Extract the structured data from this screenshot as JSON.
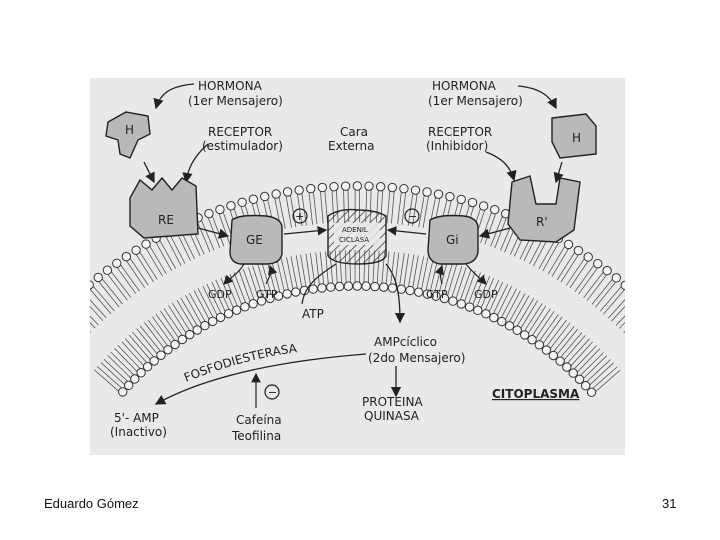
{
  "diagram": {
    "left": {
      "hormone_title": "HORMONA",
      "hormone_sub": "(1er Mensajero)",
      "hormone_glyph": "H",
      "receptor_title": "RECEPTOR",
      "receptor_sub": "(estimulador)",
      "receptor_glyph": "RE",
      "g_protein": "GE",
      "gdp": "GDP",
      "gtp": "GTP"
    },
    "right": {
      "hormone_title": "HORMONA",
      "hormone_sub": "(1er Mensajero)",
      "hormone_glyph": "H",
      "receptor_title": "RECEPTOR",
      "receptor_sub": "(Inhibidor)",
      "receptor_glyph": "R'",
      "g_protein": "Gi",
      "gdp": "GDP",
      "gtp": "GTP"
    },
    "center": {
      "face_title": "Cara",
      "face_sub": "Externa",
      "enzyme_line1": "ADENIL",
      "enzyme_line2": "CICLASA",
      "plus_sign": "+",
      "minus_sign": "−",
      "atp": "ATP",
      "camp_title": "AMPcíclico",
      "camp_sub": "(2do Mensajero)",
      "protein_kinase_line1": "PROTEINA",
      "protein_kinase_line2": "QUINASA",
      "phosphodiesterase": "FOSFODIESTERASA",
      "product_title": "5'- AMP",
      "product_sub": "(Inactivo)",
      "inhibitor_sign": "−",
      "inhibitor_line1": "Cafeína",
      "inhibitor_line2": "Teofilina",
      "compartment": "CITOPLASMA"
    }
  },
  "footer": {
    "author": "Eduardo Gómez",
    "page": "31"
  },
  "colors": {
    "figure_background": "#e9e9e9",
    "protein_fill": "#b9b9b9",
    "ink": "#222222"
  }
}
